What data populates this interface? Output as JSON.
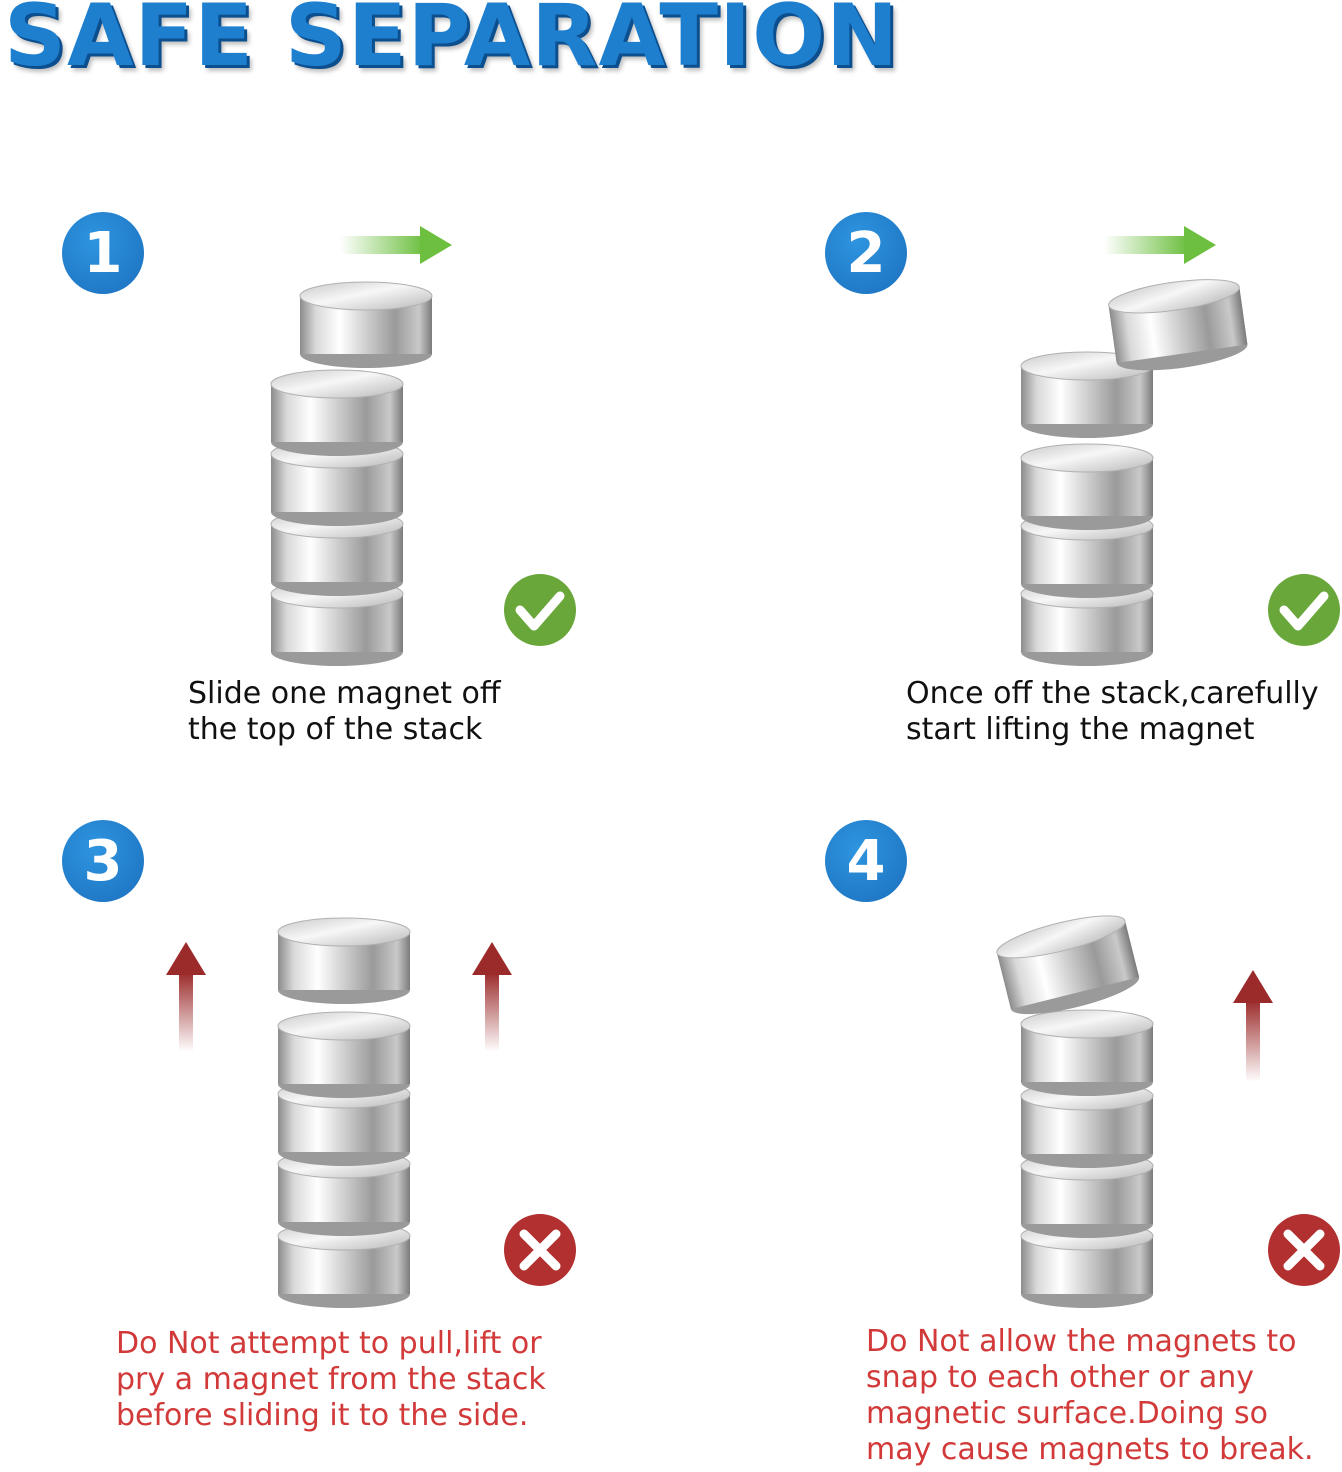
{
  "title": "SAFE SEPARATION",
  "colors": {
    "title_blue": "#1f7fcf",
    "badge_blue": "#1b6fbd",
    "arrow_green": "#6cbf3f",
    "arrow_red": "#9b2a2a",
    "check_green": "#6aa73a",
    "cross_red": "#b23030",
    "caution_text": "#d23a3a"
  },
  "steps": [
    {
      "number": "1",
      "caption": "Slide one magnet off\nthe top of the stack",
      "status": "check-icon",
      "arrow": "right-green-arrow"
    },
    {
      "number": "2",
      "caption": "Once off the stack,carefully\nstart lifting the magnet",
      "status": "check-icon",
      "arrow": "right-green-arrow"
    },
    {
      "number": "3",
      "caption": "Do Not attempt to pull,lift or\npry a magnet from the stack\nbefore sliding it to the side.",
      "status": "cross-icon",
      "arrow": "up-red-arrow"
    },
    {
      "number": "4",
      "caption": "Do Not allow the magnets to\nsnap to each other or any\nmagnetic surface.Doing so\nmay cause magnets to break.",
      "status": "cross-icon",
      "arrow": "up-red-arrow"
    }
  ]
}
